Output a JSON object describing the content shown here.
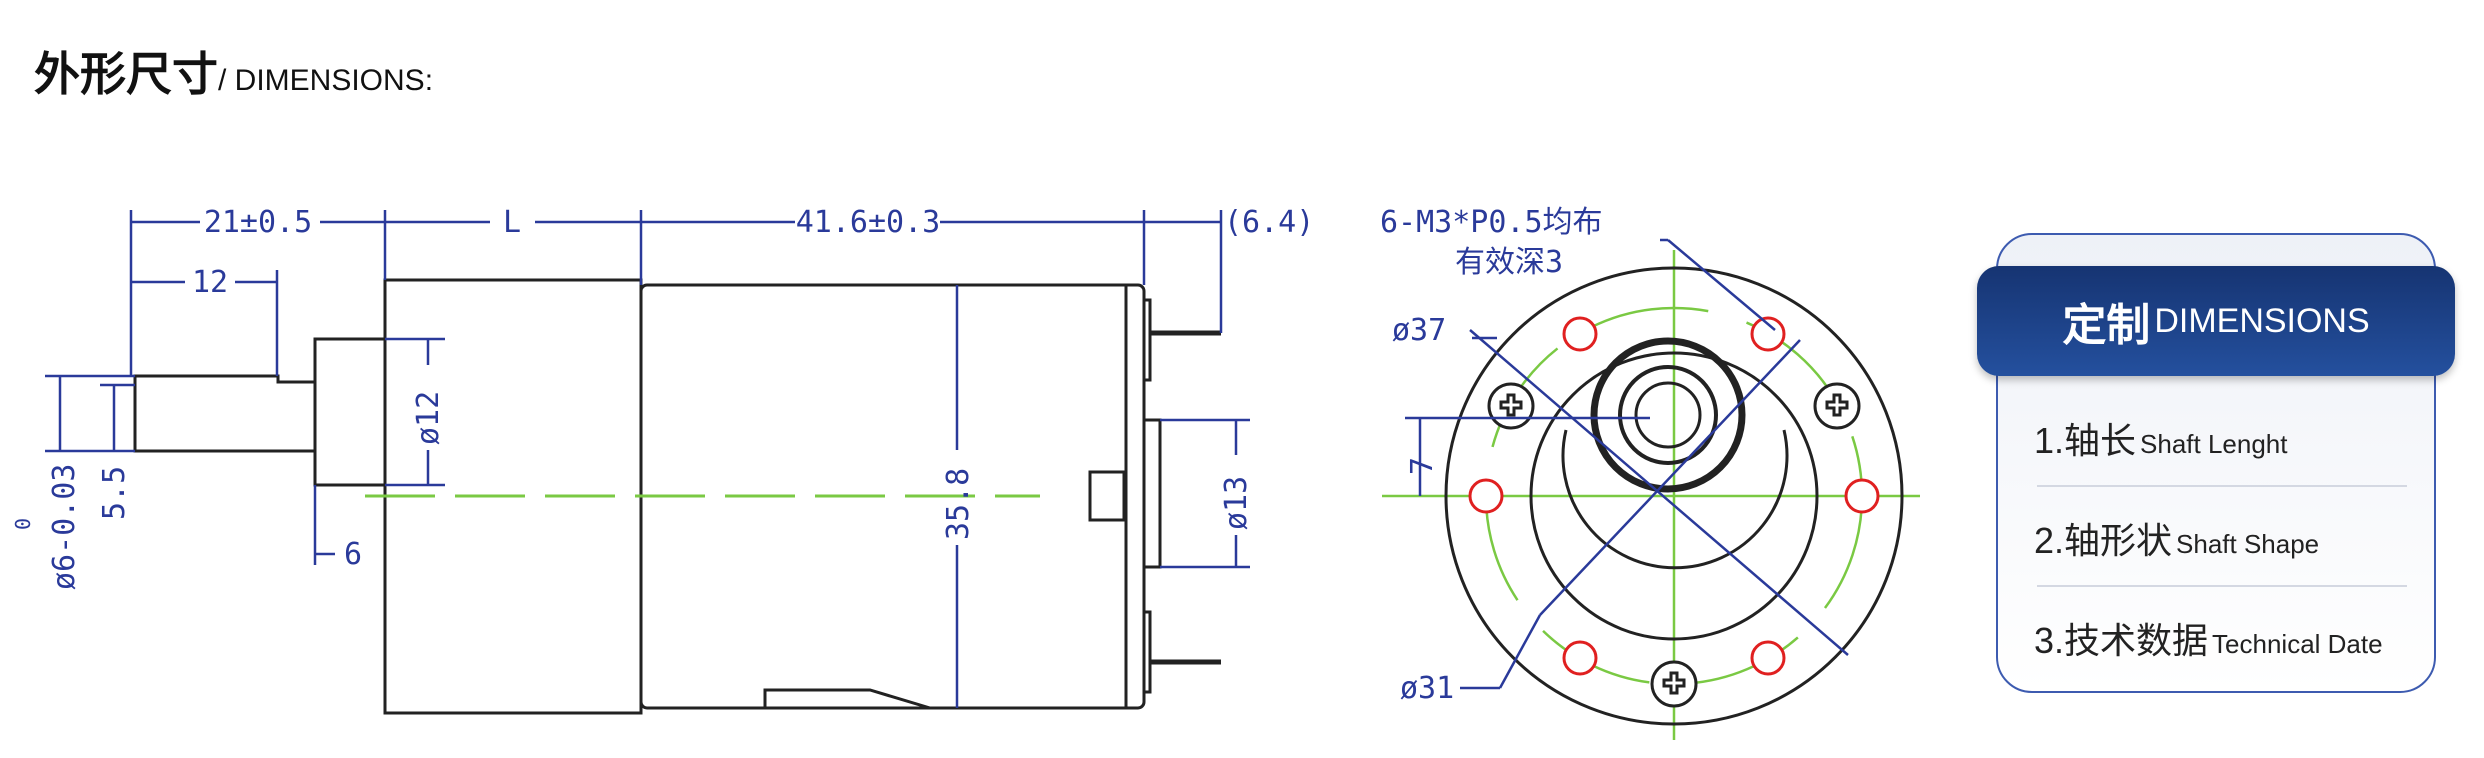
{
  "header": {
    "title_cn": "外形尺寸",
    "title_en": "/ DIMENSIONS:"
  },
  "side_view": {
    "dim_shaft_total": "21±0.5",
    "dim_gearbox": "L",
    "dim_motor": "41.6±0.3",
    "dim_terminal": "(6.4)",
    "dim_shaft_flat": "12",
    "dim_shaft_dia": "ø6-0.03",
    "dim_shaft_dia_upper": "0",
    "dim_flat": "5.5",
    "dim_boss": "ø12",
    "dim_boss_len": "6",
    "dim_body": "35.8",
    "dim_rear_boss": "ø13"
  },
  "front_view": {
    "holes_note": "6-M3*P0.5均布",
    "holes_depth": "有效深3",
    "dim_outer": "ø37",
    "dim_pcd": "ø31",
    "dim_offset": "7"
  },
  "card": {
    "title_cn": "定制",
    "title_en": "DIMENSIONS",
    "items": [
      {
        "cn": "1.轴长",
        "en": "Shaft Lenght"
      },
      {
        "cn": "2.轴形状",
        "en": "Shaft Shape"
      },
      {
        "cn": "3.技术数据",
        "en": "Technical Date"
      }
    ]
  },
  "colors": {
    "dim": "#2a3a9a",
    "center": "#7ac943",
    "hole": "#e02020",
    "card_header": "#1d3f86"
  }
}
